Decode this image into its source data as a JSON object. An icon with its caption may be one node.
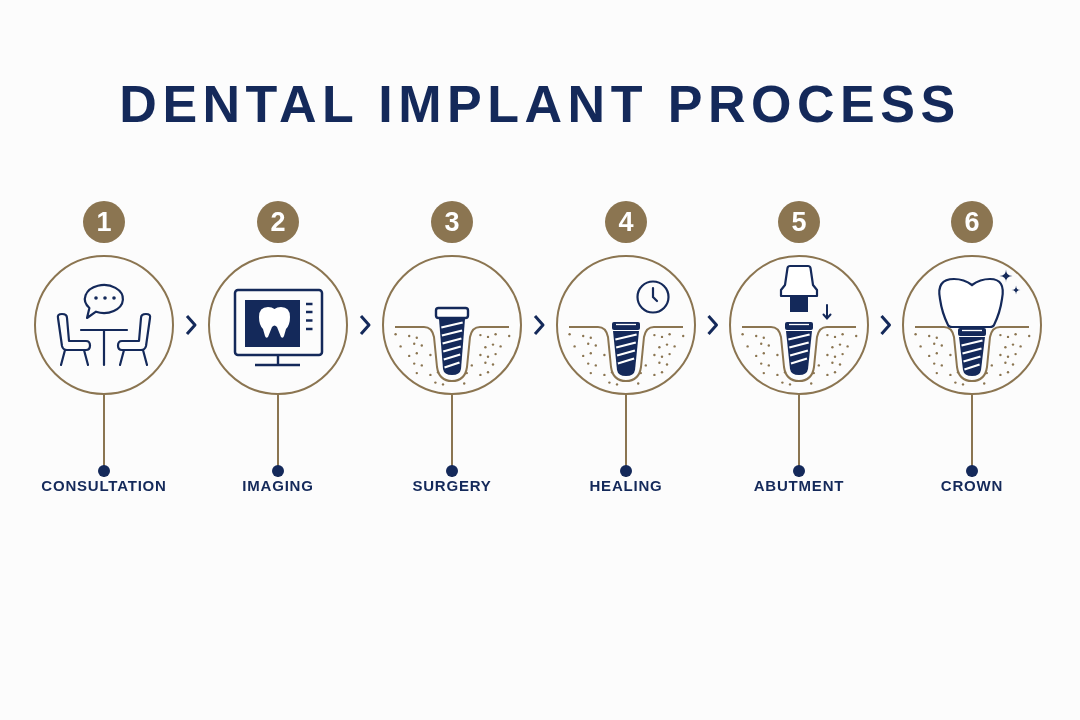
{
  "diagram": {
    "title": "DENTAL IMPLANT PROCESS",
    "nodes": [
      {
        "text": [
          "1"
        ]
      },
      {
        "text": [
          "2"
        ]
      },
      {
        "text": [
          "3"
        ]
      },
      {
        "text": [
          "4"
        ]
      },
      {
        "text": [
          "5"
        ]
      },
      {
        "text": [
          "6"
        ]
      },
      {
        "text": [],
        "shape": "circle"
      },
      {
        "text": [],
        "shape": "circle"
      },
      {
        "text": [],
        "shape": "circle"
      },
      {
        "text": [],
        "shape": "circle"
      },
      {
        "text": [],
        "shape": "circle"
      },
      {
        "text": [],
        "shape": "circle"
      },
      {
        "text": [
          "CONSULTATION"
        ]
      },
      {
        "text": [
          "IMAGING"
        ]
      },
      {
        "text": [
          "SURGERY"
        ]
      },
      {
        "text": [
          "HEALING"
        ]
      },
      {
        "text": [
          "ABUTMENT"
        ]
      },
      {
        "text": [
          "CROWN"
        ]
      }
    ],
    "edges": [
      {
        "from": 6,
        "to": 7,
        "arrow": "to",
        "color": "#14295a"
      },
      {
        "from": 7,
        "to": 8,
        "arrow": "to",
        "color": "#14295a"
      },
      {
        "from": 8,
        "to": 9,
        "arrow": "to",
        "color": "#14295a"
      },
      {
        "from": 9,
        "to": 10,
        "arrow": "to",
        "color": "#14295a"
      },
      {
        "from": 10,
        "to": 11,
        "arrow": "to",
        "color": "#14295a"
      },
      {
        "from": 12,
        "to": 6,
        "arrow": "other"
      },
      {
        "from": 13,
        "to": 7,
        "arrow": "other"
      },
      {
        "from": 14,
        "to": 8,
        "arrow": "other"
      },
      {
        "from": 15,
        "to": 9,
        "arrow": "other"
      },
      {
        "from": 16,
        "to": 10,
        "arrow": "other"
      },
      {
        "from": 17,
        "to": 11,
        "arrow": "other"
      }
    ]
  }
}
